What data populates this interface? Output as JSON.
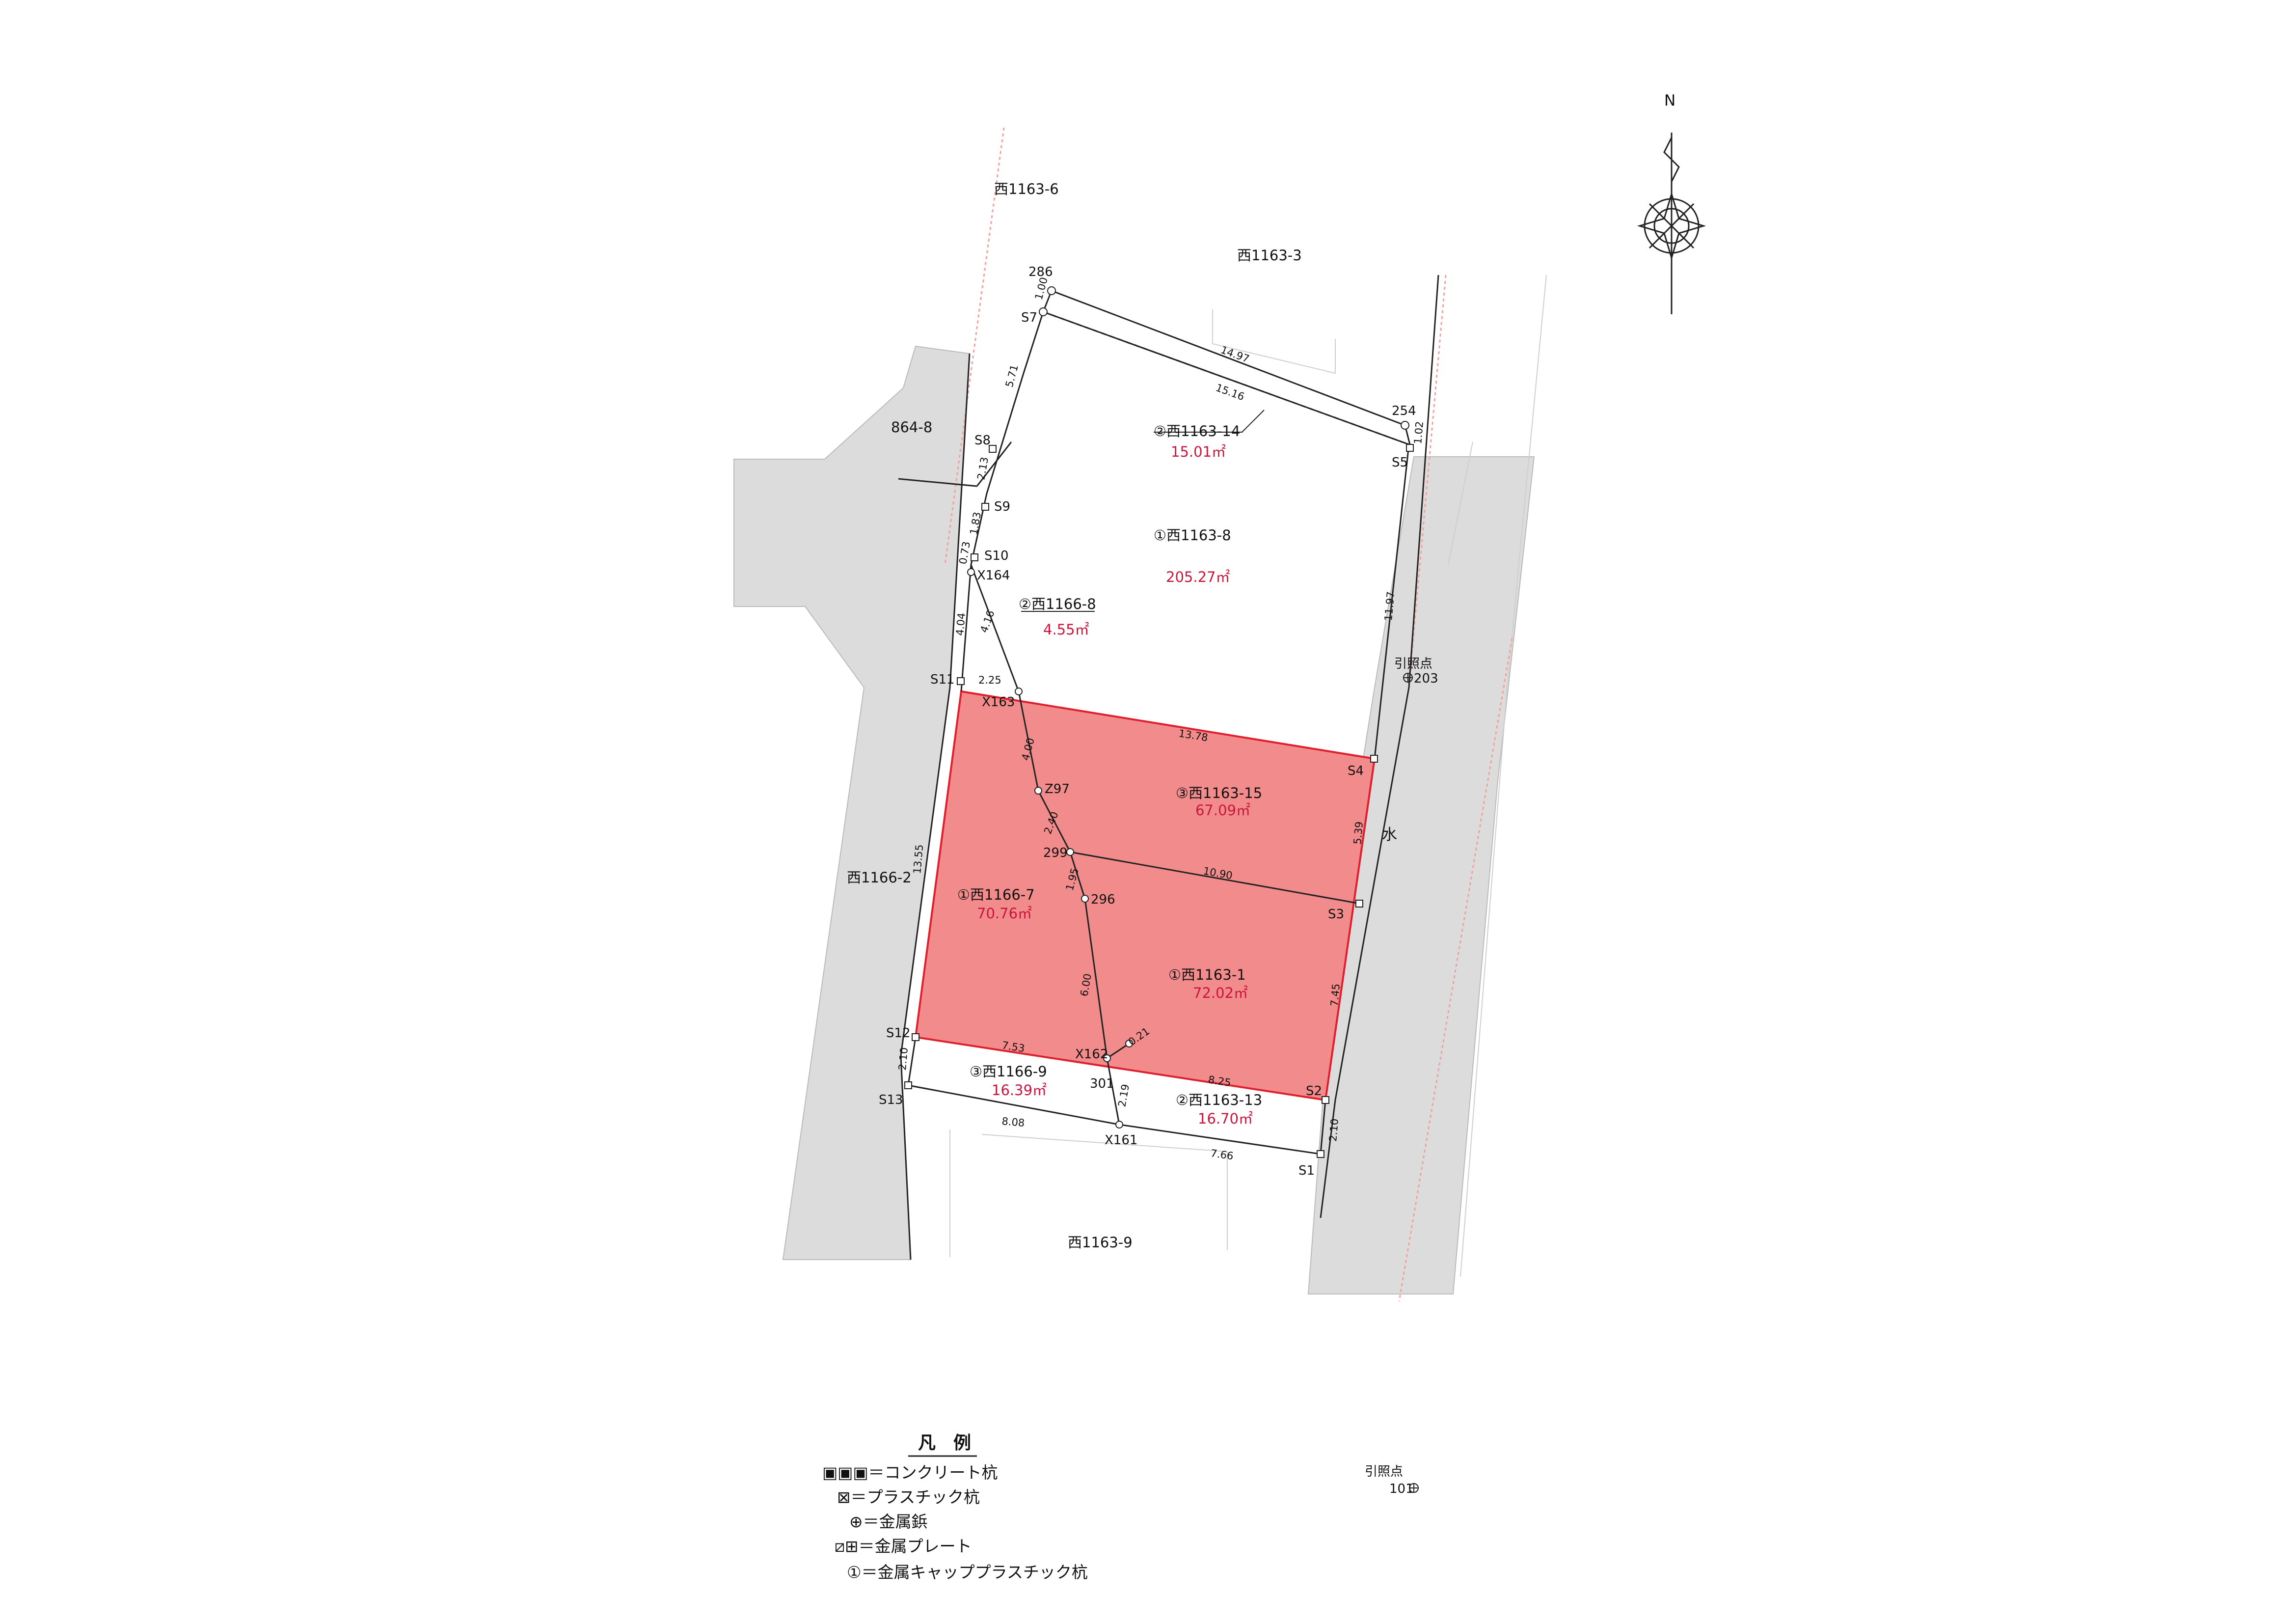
{
  "neighbors": {
    "n1163_6": "西1163-6",
    "n1163_3": "西1163-3",
    "n864_8": "864-8",
    "n1166_2": "西1166-2",
    "n1163_9": "西1163-9",
    "water": "水"
  },
  "parcels": {
    "p1163_14": {
      "label": "②西1163-14",
      "area": "15.01㎡"
    },
    "p1163_8": {
      "label": "①西1163-8",
      "area": "205.27㎡"
    },
    "p1166_8": {
      "label": "②西1166-8",
      "area": "4.55㎡"
    },
    "p1163_15": {
      "label": "③西1163-15",
      "area": "67.09㎡"
    },
    "p1166_7": {
      "label": "①西1166-7",
      "area": "70.76㎡"
    },
    "p1163_1": {
      "label": "①西1163-1",
      "area": "72.02㎡"
    },
    "p1166_9": {
      "label": "③西1166-9",
      "area": "16.39㎡"
    },
    "p1163_13": {
      "label": "②西1163-13",
      "area": "16.70㎡"
    }
  },
  "points": {
    "p286": "286",
    "S7": "S7",
    "p254": "254",
    "S5": "S5",
    "S8": "S8",
    "S9": "S9",
    "S10": "S10",
    "X164": "X164",
    "S11": "S11",
    "X163": "X163",
    "S4": "S4",
    "Z97": "Z97",
    "p299": "299",
    "p296": "296",
    "S3": "S3",
    "S12": "S12",
    "X162": "X162",
    "p301": "301",
    "S13": "S13",
    "S2": "S2",
    "X161": "X161",
    "S1": "S1"
  },
  "reference_points": {
    "r203_label": "引照点",
    "r203_num": "203",
    "r101_label": "引照点",
    "r101_num": "101"
  },
  "dimensions": {
    "d1_00": "1.00",
    "d14_97": "14.97",
    "d15_16": "15.16",
    "d5_71": "5.71",
    "d1_02": "1.02",
    "d2_13": "2.13",
    "d1_83": "1.83",
    "d0_73": "0.73",
    "d4_04": "4.04",
    "d4_16": "4.16",
    "d11_97": "11.97",
    "d2_25": "2.25",
    "d13_78": "13.78",
    "d4_00": "4.00",
    "d2_40": "2.40",
    "d5_39": "5.39",
    "d10_90": "10.90",
    "d1_95": "1.95",
    "d13_55": "13.55",
    "d6_00": "6.00",
    "d7_45": "7.45",
    "d7_53": "7.53",
    "d0_21": "0.21",
    "d8_25": "8.25",
    "d2_10a": "2.10",
    "d2_19": "2.19",
    "d8_08": "8.08",
    "d7_66": "7.66",
    "d2_10b": "2.10"
  },
  "north": "N",
  "legend": {
    "title": "凡　例",
    "rows": [
      "▣▣▣＝コンクリート杭",
      "⊠＝プラスチック杭",
      "⊕＝金属鋲",
      "⧄⊞＝金属プレート",
      "①＝金属キャッププラスチック杭"
    ]
  },
  "colors": {
    "highlight_fill": "#f28b8b",
    "highlight_stroke": "#e01f2e",
    "road_gray": "#dcdcdc",
    "area_text": "#c8163c"
  }
}
